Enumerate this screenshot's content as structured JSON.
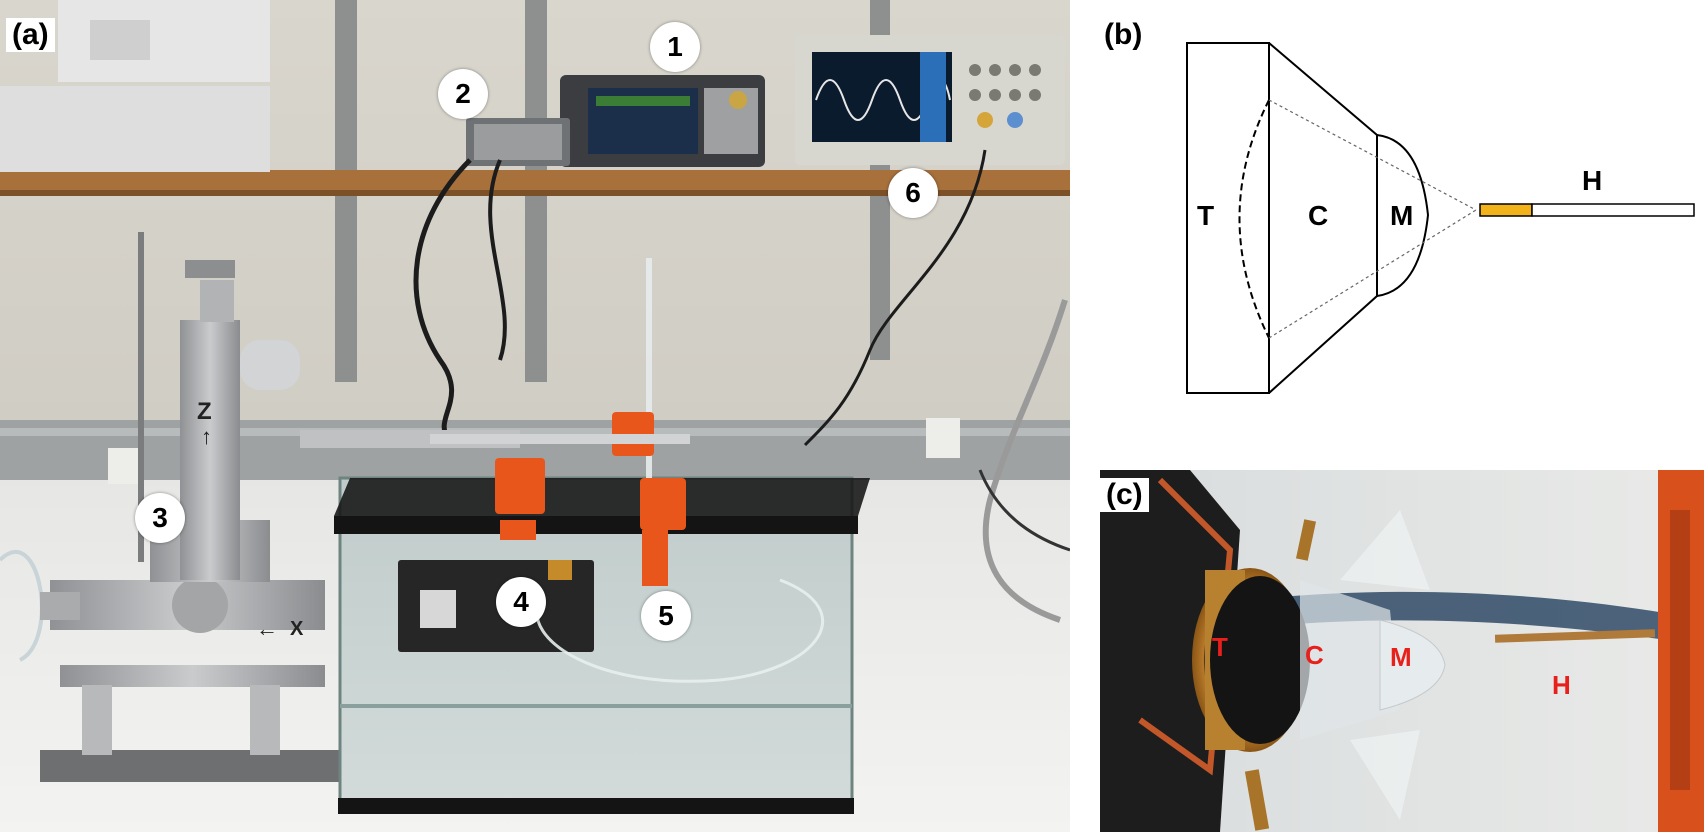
{
  "panels": {
    "a": {
      "label": "(a)"
    },
    "b": {
      "label": "(b)"
    },
    "c": {
      "label": "(c)"
    }
  },
  "markers": [
    "1",
    "2",
    "3",
    "4",
    "5",
    "6"
  ],
  "stage_axes": {
    "z": "Z",
    "x": "X"
  },
  "schematic": {
    "t": "T",
    "c": "C",
    "m": "M",
    "h": "H"
  },
  "photo_c": {
    "t": "T",
    "c": "C",
    "m": "M",
    "h": "H"
  },
  "colors": {
    "needle_tip": "#f2b31a",
    "photo_label": "#e8201c"
  }
}
